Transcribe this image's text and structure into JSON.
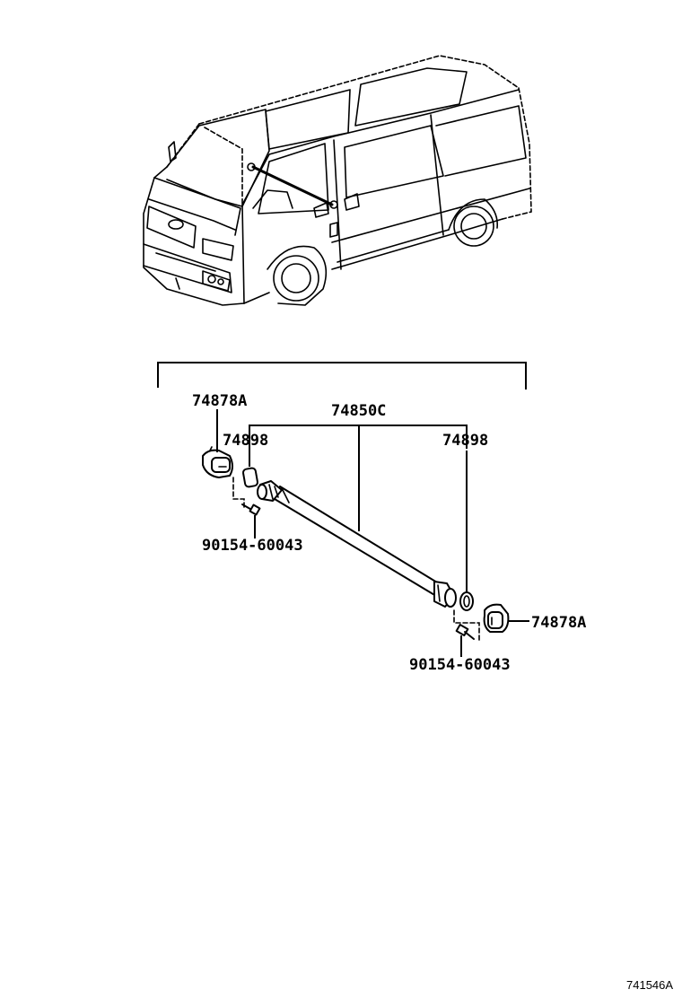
{
  "labels": {
    "clip_top_left": "74878A",
    "rod_assembly": "74850C",
    "grommet_left": "74898",
    "grommet_right": "74898",
    "screw_left": "90154-60043",
    "clip_right": "74878A",
    "screw_right": "90154-60043"
  },
  "diagram_id": "741546A"
}
